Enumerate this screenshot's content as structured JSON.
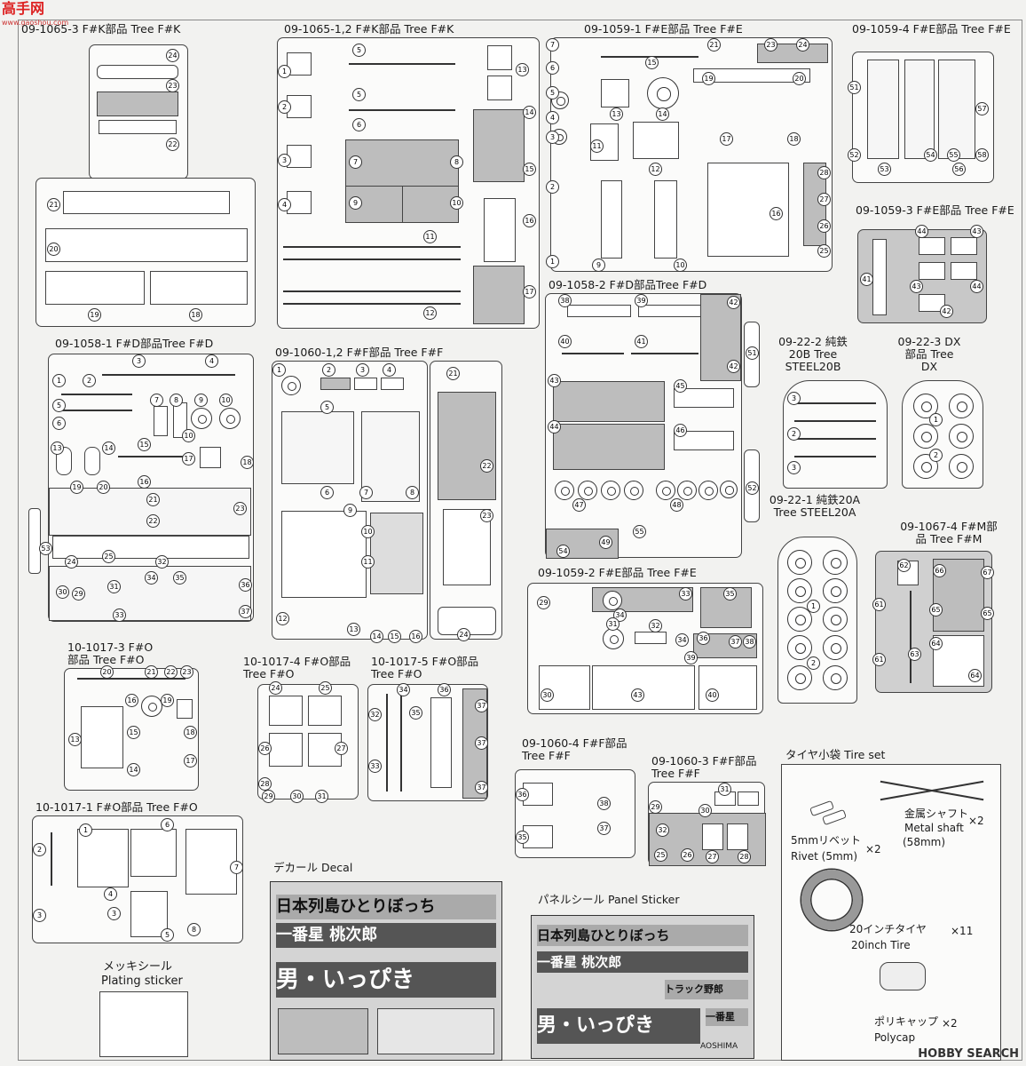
{
  "watermark_top": "高手网",
  "watermark_top_sub": "www.gaoshou.com",
  "watermark_bottom": "HOBBY SEARCH",
  "trees": {
    "t1": {
      "label": "09-1065-3 F#K部品 Tree F#K"
    },
    "t2": {
      "label": "09-1065-1,2 F#K部品 Tree F#K"
    },
    "t3": {
      "label": "09-1059-1 F#E部品 Tree F#E"
    },
    "t4": {
      "label": "09-1059-4 F#E部品 Tree F#E"
    },
    "t5": {
      "label": "09-1059-3 F#E部品 Tree F#E"
    },
    "t6": {
      "label": "09-1058-2 F#D部品Tree F#D"
    },
    "t7": {
      "label": "09-1058-1 F#D部品Tree F#D"
    },
    "t8": {
      "label": "09-1060-1,2 F#F部品 Tree F#F"
    },
    "t9": {
      "label": "09-22-2 純鉄20B Tree STEEL20B"
    },
    "t10": {
      "label": "09-22-3 DX部品 Tree DX"
    },
    "t11": {
      "label": "09-22-1 純鉄20A Tree STEEL20A"
    },
    "t12": {
      "label": "09-1067-4 F#M部品 Tree F#M"
    },
    "t13": {
      "label": "09-1059-2 F#E部品 Tree F#E"
    },
    "t14": {
      "label": "10-1017-3 F#O部品 Tree F#O"
    },
    "t15": {
      "label": "10-1017-4 F#O部品 Tree F#O"
    },
    "t16": {
      "label": "10-1017-5 F#O部品 Tree F#O"
    },
    "t17": {
      "label": "09-1060-4 F#F部品Tree F#F"
    },
    "t18": {
      "label": "09-1060-3 F#F部品Tree F#F"
    },
    "t19": {
      "label": "10-1017-1 F#O部品 Tree F#O"
    }
  },
  "tire_set": {
    "title": "タイヤ小袋 Tire set",
    "shaft_jp": "金属シャフト",
    "shaft_en": "Metal shaft",
    "shaft_size": "(58mm)",
    "shaft_qty": "×2",
    "rivet_jp": "5mmリベット",
    "rivet_en": "Rivet (5mm)",
    "rivet_qty": "×2",
    "tire_jp": "20インチタイヤ",
    "tire_en": "20inch Tire",
    "tire_qty": "×11",
    "cap_jp": "ポリキャップ",
    "cap_en": "Polycap",
    "cap_qty": "×2"
  },
  "decal": {
    "title": "デカール Decal",
    "band1": "日本列島ひとりぼっち",
    "band2": "一番星 桃次郎",
    "band3": "男・いっぴき"
  },
  "panel_sticker": {
    "title": "パネルシール Panel Sticker",
    "band1": "日本列島ひとりぼっち",
    "band2": "一番星 桃次郎",
    "band3": "トラック野郎",
    "band4": "男・いっぴき",
    "band5": "一番星",
    "maker": "AOSHIMA"
  },
  "plating": {
    "title_jp": "メッキシール",
    "title_en": "Plating sticker"
  }
}
